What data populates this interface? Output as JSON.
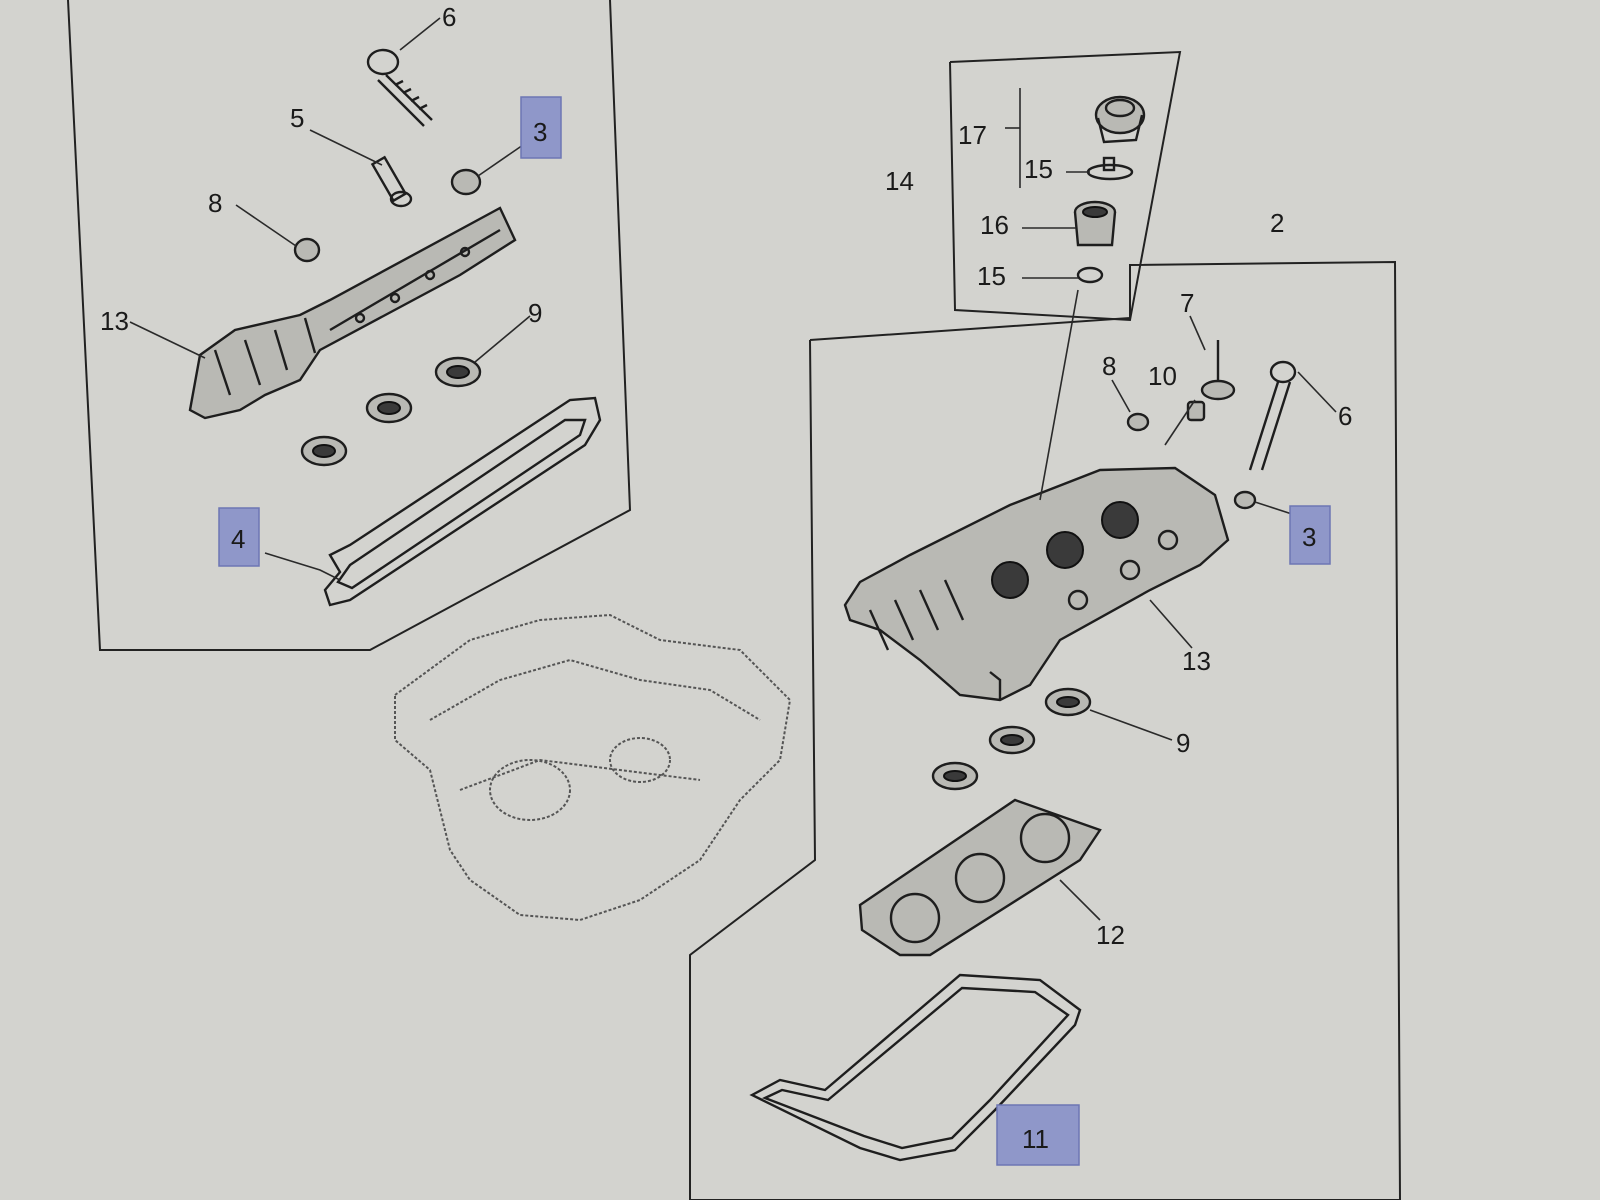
{
  "callouts": {
    "left_6": "6",
    "left_5": "5",
    "left_3": "3",
    "left_8": "8",
    "left_13": "13",
    "left_9": "9",
    "left_4": "4",
    "cap_17": "17",
    "cap_15_top": "15",
    "cap_16": "16",
    "cap_15_bottom": "15",
    "cap_14": "14",
    "right_2": "2",
    "right_7": "7",
    "right_8": "8",
    "right_10": "10",
    "right_6": "6",
    "right_3": "3",
    "right_13": "13",
    "right_9": "9",
    "right_12": "12",
    "right_11": "11"
  },
  "colors": {
    "background": "#d3d3cf",
    "highlight": "#8f97c9",
    "line": "#1e1e1e"
  }
}
